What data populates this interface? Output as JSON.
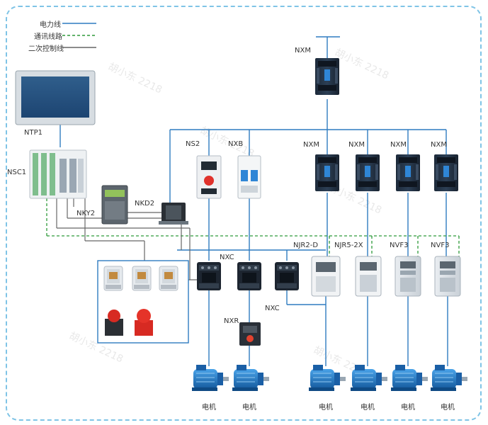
{
  "legend": {
    "power_line": "电力线",
    "comm_line": "通讯线路",
    "control_line": "二次控制线"
  },
  "labels": {
    "ntp1": "NTP1",
    "nsc1": "NSC1",
    "nky2": "NKY2",
    "nkd2": "NKD2",
    "ns2": "NS2",
    "nxb": "NXB",
    "nxm_main": "NXM",
    "nxm_1": "NXM",
    "nxm_2": "NXM",
    "nxm_3": "NXM",
    "nxm_4": "NXM",
    "nxc_top": "NXC",
    "nxc_bottom": "NXC",
    "nxr": "NXR",
    "njr2d": "NJR2-D",
    "njr5_2x": "NJR5-2X",
    "nvf3_1": "NVF3",
    "nvf3_2": "NVF3"
  },
  "motors": [
    "电机",
    "电机",
    "电机",
    "电机",
    "电机",
    "电机"
  ],
  "watermark": "胡小东 2218",
  "colors": {
    "power": "#2f7cc0",
    "comm": "#2e9a3a",
    "control": "#666666",
    "frame": "#7fc4e6",
    "motor": "#1f74c9"
  }
}
